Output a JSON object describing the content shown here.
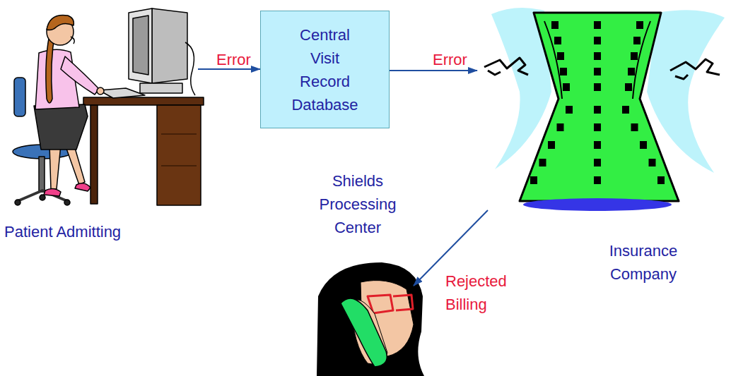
{
  "diagram": {
    "nodes": [
      {
        "text": [
          "Patient Admitting"
        ]
      },
      {
        "text": [
          "Central Visit Record Database"
        ]
      },
      {
        "text": [
          "Insurance Company"
        ]
      },
      {
        "text": []
      }
    ],
    "edges": [
      {
        "from": 0,
        "to": 1,
        "label": "Error",
        "arrow": "to"
      },
      {
        "from": 1,
        "to": 2,
        "label": "Error",
        "arrow": "to"
      },
      {
        "from": 2,
        "to": 3,
        "label": "Rejected Billing",
        "arrow": "to"
      }
    ],
    "labels": [
      "Shields Processing Center"
    ]
  }
}
